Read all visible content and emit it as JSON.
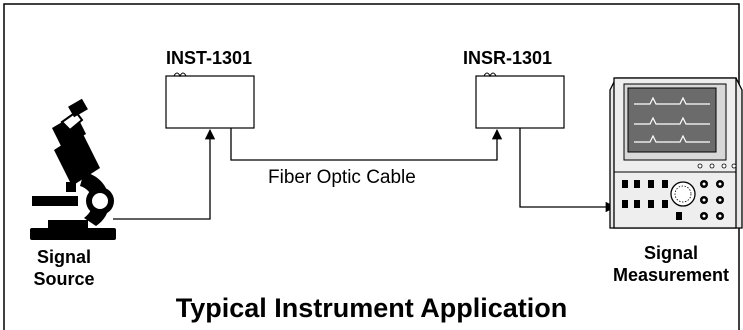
{
  "diagram": {
    "title": "Typical Instrument Application",
    "transmitter_label": "INST-1301",
    "receiver_label": "INSR-1301",
    "cable_label": "Fiber Optic Cable",
    "source_caption": [
      "Signal",
      "Source"
    ],
    "measurement_caption": [
      "Signal",
      "Measurement"
    ],
    "source_icon": "microscope-icon",
    "measurement_icon": "oscilloscope-icon",
    "colors": {
      "line": "#000000",
      "scope_body": "#eeeeee",
      "scope_screen": "#6b6b6b",
      "microscope": "#000000"
    }
  }
}
